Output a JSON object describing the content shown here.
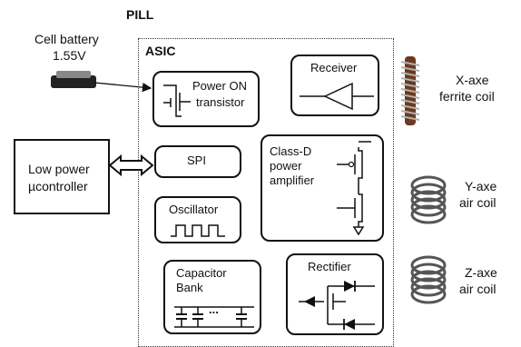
{
  "pill_label": "PILL",
  "asic_label": "ASIC",
  "battery": {
    "line1": "Cell battery",
    "line2": "1.55V"
  },
  "controller": {
    "line1": "Low power",
    "line2": "µcontroller"
  },
  "blocks": {
    "power_on": {
      "line1": "Power ON",
      "line2": "transistor"
    },
    "receiver": "Receiver",
    "spi": "SPI",
    "class_d": {
      "line1": "Class-D",
      "line2": "power",
      "line3": "amplifier"
    },
    "oscillator": "Oscillator",
    "capacitor_bank": {
      "line1": "Capacitor",
      "line2": "Bank",
      "dots": "..."
    },
    "rectifier": "Rectifier"
  },
  "coils": [
    {
      "line1": "X-axe",
      "line2": "ferrite coil"
    },
    {
      "line1": "Y-axe",
      "line2": "air coil"
    },
    {
      "line1": "Z-axe",
      "line2": "air coil"
    }
  ]
}
